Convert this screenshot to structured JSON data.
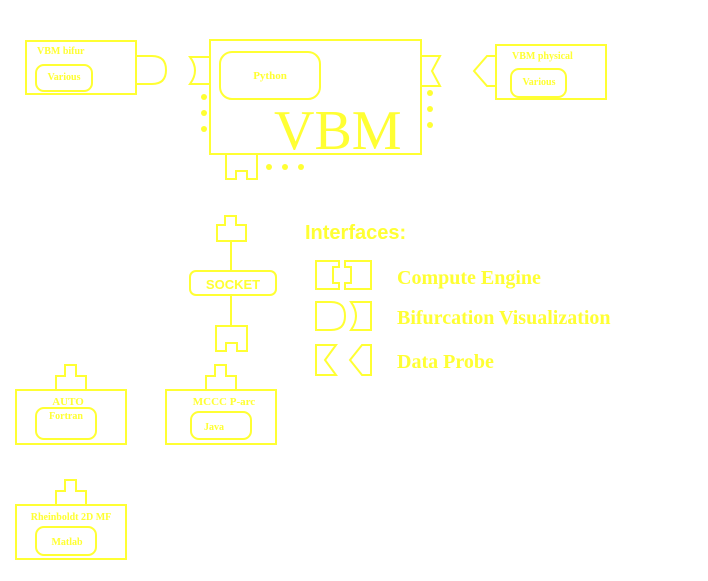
{
  "colors": {
    "stroke": "#ffff33",
    "background": "#ffffff"
  },
  "main_module": {
    "title": "VBM",
    "language": "Python"
  },
  "bifur_module": {
    "title": "VBM bifur",
    "language": "Various"
  },
  "physical_module": {
    "title": "VBM physical",
    "language": "Various"
  },
  "socket": {
    "label": "SOCKET"
  },
  "auto_module": {
    "title": "AUTO",
    "language": "Fortran"
  },
  "mccc_module": {
    "title": "MCCC P-arc",
    "language": "Java"
  },
  "rheinboldt_module": {
    "title": "Rheinboldt 2D MF",
    "language": "Matlab"
  },
  "legend": {
    "title": "Interfaces:",
    "items": [
      {
        "label": "Compute Engine",
        "icon": "puzzle-connector-icon"
      },
      {
        "label": "Bifurcation Visualization",
        "icon": "bracket-connector-icon"
      },
      {
        "label": "Data Probe",
        "icon": "chevron-connector-icon"
      }
    ]
  }
}
